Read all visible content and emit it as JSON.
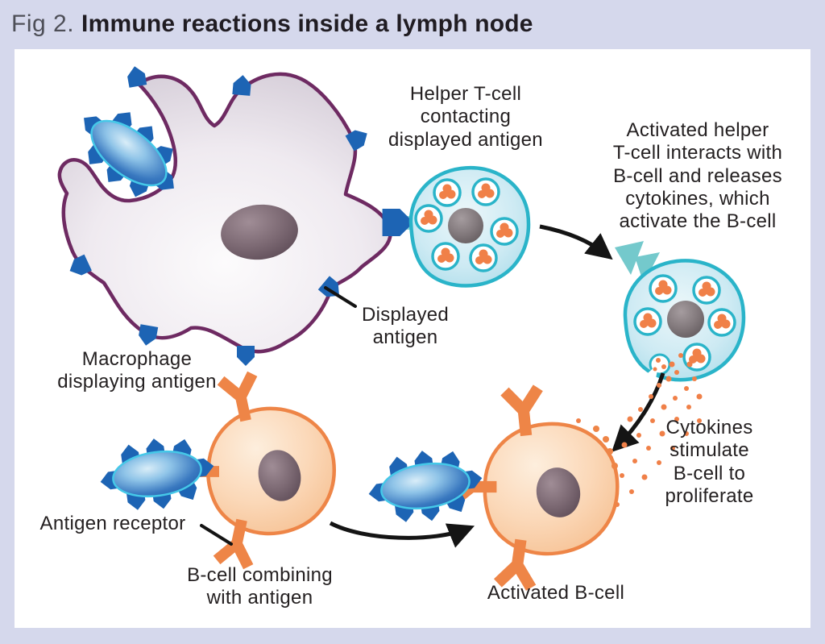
{
  "figure": {
    "fig_label": "Fig 2.",
    "title": "Immune reactions inside a lymph node"
  },
  "labels": {
    "helper_tcell": "Helper T-cell\ncontacting\ndisplayed antigen",
    "activated_helper": "Activated helper\nT-cell interacts with\nB-cell and releases\ncytokines, which\nactivate the B-cell",
    "displayed_antigen": "Displayed\nantigen",
    "macrophage": "Macrophage\ndisplaying antigen",
    "antigen_receptor": "Antigen receptor",
    "bcell_combining": "B-cell combining\nwith antigen",
    "cytokines": "Cytokines\nstimulate\nB-cell to\nproliferate",
    "activated_bcell": "Activated B-cell"
  },
  "colors": {
    "background_lavender": "#d5d8ec",
    "canvas_white": "#ffffff",
    "macrophage_outline": "#6e2a62",
    "tcell_outline": "#2ab4c9",
    "bcell_orange": "#ee8547",
    "antigen_blue": "#1d64b4",
    "cytokine_orange": "#f08048",
    "arrow_black": "#141414",
    "text_dark": "#242021"
  }
}
